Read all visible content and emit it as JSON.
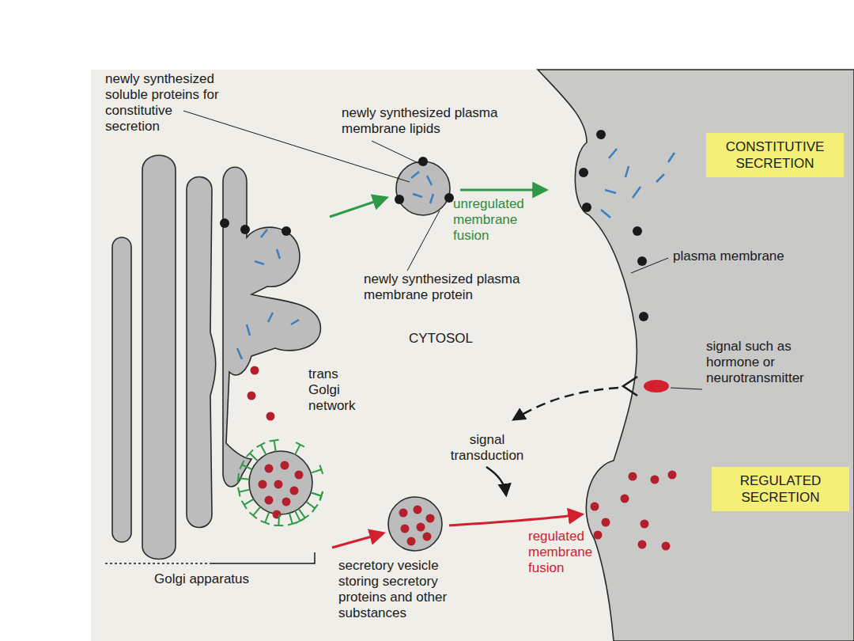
{
  "diagram": {
    "nodes": [
      {
        "text": [
          "CONSTITUTIVE SECRETION"
        ]
      },
      {
        "text": [
          "REGULATED SECRETION"
        ]
      }
    ],
    "labels": [
      "newly synthesized soluble proteins for constitutive secretion",
      "newly synthesized plasma membrane lipids",
      "unregulated membrane fusion",
      "newly synthesized plasma membrane protein",
      "CYTOSOL",
      "trans Golgi network",
      "plasma membrane",
      "signal such as hormone or neurotransmitter",
      "signal transduction",
      "regulated membrane fusion",
      "secretory vesicle storing secretory proteins and other substances",
      "Golgi apparatus"
    ]
  }
}
